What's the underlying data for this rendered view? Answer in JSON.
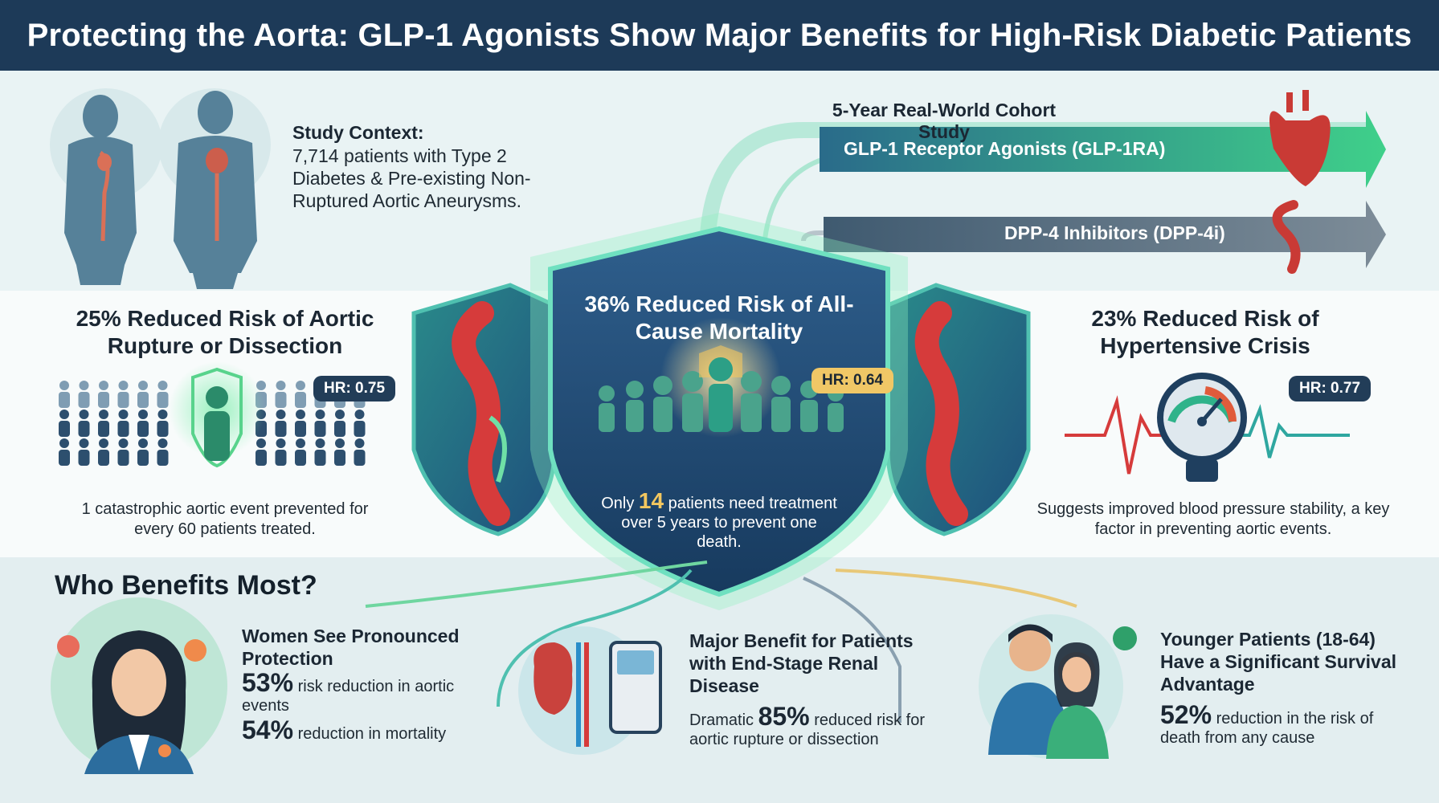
{
  "header": {
    "title": "Protecting the Aorta: GLP-1 Agonists Show Major Benefits for High-Risk Diabetic Patients"
  },
  "context": {
    "title": "Study Context:",
    "body": "7,714 patients with Type 2 Diabetes & Pre-existing Non-Ruptured Aortic Aneurysms."
  },
  "study": {
    "title": "5-Year Real-World Cohort Study",
    "arm_glp": "GLP-1 Receptor Agonists (GLP-1RA)",
    "arm_dpp": "DPP-4 Inhibitors (DPP-4i)"
  },
  "rupture": {
    "title": "25% Reduced Risk of Aortic Rupture or Dissection",
    "hr": "HR: 0.75",
    "desc": "1 catastrophic aortic event prevented for every 60 patients treated."
  },
  "mortality": {
    "title": "36% Reduced Risk of All-Cause Mortality",
    "hr": "HR: 0.64",
    "desc_pre": "Only",
    "desc_num": "14",
    "desc_post": "patients need treatment over 5 years to prevent one death."
  },
  "crisis": {
    "title": "23% Reduced Risk of Hypertensive Crisis",
    "hr": "HR: 0.77",
    "desc": "Suggests improved blood pressure stability, a key factor in preventing aortic events."
  },
  "who": {
    "title": "Who Benefits Most?"
  },
  "women": {
    "title": "Women See Pronounced Protection",
    "stat1_num": "53%",
    "stat1_text": "risk reduction in aortic events",
    "stat2_num": "54%",
    "stat2_text": "reduction in mortality"
  },
  "esrd": {
    "title": "Major Benefit for Patients with End-Stage Renal Disease",
    "pre": "Dramatic",
    "num": "85%",
    "text": "reduced risk for aortic rupture or dissection"
  },
  "young": {
    "title": "Younger Patients (18-64) Have a Significant Survival Advantage",
    "num": "52%",
    "text": "reduction in the risk of death from any cause"
  },
  "colors": {
    "header": "#1d3a58",
    "accent_green": "#3fcf8a",
    "shield_blue": "#1f4e7e",
    "aorta_red": "#d63b3b",
    "gold": "#f0c766"
  }
}
